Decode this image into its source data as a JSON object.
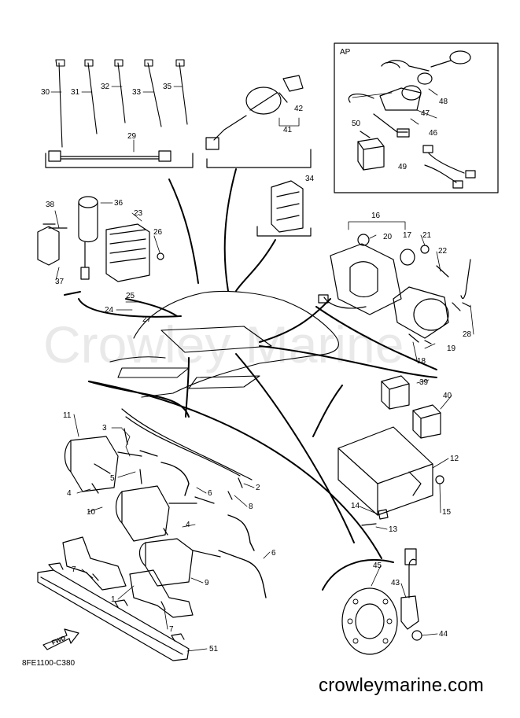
{
  "diagram_code": "8FE1100-C380",
  "watermark_center": "Crowley Marine",
  "watermark_url": "crowleymarine.com",
  "ap_box_label": "AP",
  "fwd_label": "FWD",
  "callouts": {
    "c1": "1",
    "c2": "2",
    "c3": "3",
    "c4a": "4",
    "c4b": "4",
    "c5": "5",
    "c6a": "6",
    "c6b": "6",
    "c7a": "7",
    "c7b": "7",
    "c8": "8",
    "c9": "9",
    "c10": "10",
    "c11": "11",
    "c12": "12",
    "c13": "13",
    "c14": "14",
    "c15": "15",
    "c16": "16",
    "c17": "17",
    "c18": "18",
    "c19": "19",
    "c20": "20",
    "c21": "21",
    "c22": "22",
    "c23": "23",
    "c24": "24",
    "c25": "25",
    "c26": "26",
    "c27": "27",
    "c28": "28",
    "c29": "29",
    "c30": "30",
    "c31": "31",
    "c32": "32",
    "c33": "33",
    "c34": "34",
    "c35": "35",
    "c36": "36",
    "c37": "37",
    "c38": "38",
    "c39": "39",
    "c40": "40",
    "c41": "41",
    "c42": "42",
    "c43": "43",
    "c44": "44",
    "c45": "45",
    "c46": "46",
    "c47": "47",
    "c48": "48",
    "c49": "49",
    "c50": "50",
    "c51": "51"
  }
}
